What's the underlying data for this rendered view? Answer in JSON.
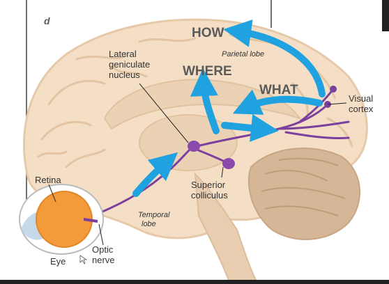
{
  "panel_letter": "d",
  "stream_labels": {
    "how": "HOW",
    "where": "WHERE",
    "what": "WHAT"
  },
  "region_labels": {
    "parietal": "Parietal lobe",
    "temporal_line1": "Temporal",
    "temporal_line2": "lobe"
  },
  "structure_labels": {
    "lgn_line1": "Lateral",
    "lgn_line2": "geniculate",
    "lgn_line3": "nucleus",
    "visual_cortex_line1": "Visual",
    "visual_cortex_line2": "cortex",
    "retina": "Retina",
    "sc_line1": "Superior",
    "sc_line2": "colliculus",
    "optic_line1": "Optic",
    "optic_line2": "nerve",
    "eye": "Eye"
  },
  "colors": {
    "brain": "#f4dfc6",
    "brain_outline": "#e6c9a8",
    "inner": "#ecd2b4",
    "cerebellum": "#d5b697",
    "pathway": "#7b3f9e",
    "arrow": "#1fa2df",
    "eye_iris": "#f39a3b"
  }
}
